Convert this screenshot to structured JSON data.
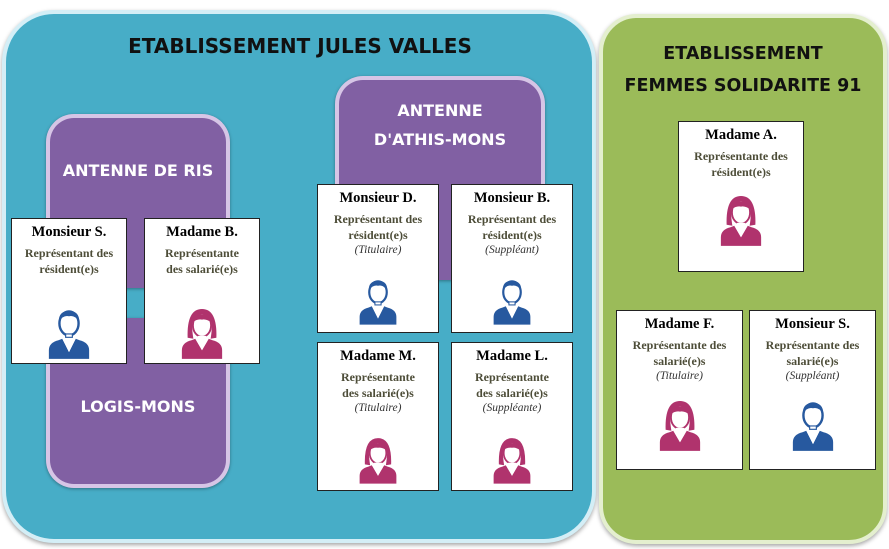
{
  "colors": {
    "blue_panel": "#47adc7",
    "green_panel": "#9bbb59",
    "purple_box": "#8160a3",
    "male_icon": "#27599f",
    "female_icon": "#b0336d"
  },
  "establishments": [
    {
      "title": "ETABLISSEMENT JULES VALLES",
      "antennas": [
        {
          "label": "ANTENNE DE RIS"
        },
        {
          "label": "LOGIS-MONS"
        },
        {
          "label_line1": "ANTENNE",
          "label_line2": "D'ATHIS-MONS"
        }
      ]
    },
    {
      "title_line1": "ETABLISSEMENT",
      "title_line2": "FEMMES SOLIDARITE 91"
    }
  ],
  "cards": [
    {
      "name": "Monsieur S.",
      "role_line1": "Représentant des",
      "role_line2": "résident(e)s",
      "status": "",
      "icon": "male-person-icon"
    },
    {
      "name": "Madame B.",
      "role_line1": "Représentante",
      "role_line2": "des salarié(e)s",
      "status": "",
      "icon": "female-person-icon"
    },
    {
      "name": "Monsieur D.",
      "role_line1": "Représentant des",
      "role_line2": "résident(e)s",
      "status": "(Titulaire)",
      "icon": "male-person-icon"
    },
    {
      "name": "Monsieur B.",
      "role_line1": "Représentant des",
      "role_line2": "résident(e)s",
      "status": "(Suppléant)",
      "icon": "male-person-icon"
    },
    {
      "name": "Madame M.",
      "role_line1": "Représentante",
      "role_line2": "des salarié(e)s",
      "status": "(Titulaire)",
      "icon": "female-person-icon"
    },
    {
      "name": "Madame L.",
      "role_line1": "Représentante",
      "role_line2": "des salarié(e)s",
      "status": "(Suppléante)",
      "icon": "female-person-icon"
    },
    {
      "name": "Madame A.",
      "role_line1": "Représentante des",
      "role_line2": "résident(e)s",
      "status": "",
      "icon": "female-person-icon"
    },
    {
      "name": "Madame F.",
      "role_line1": "Représentante des",
      "role_line2": "salarié(e)s",
      "status": "(Titulaire)",
      "icon": "female-person-icon"
    },
    {
      "name": "Monsieur S.",
      "role_line1": "Représentante des",
      "role_line2": "salarié(e)s",
      "status": "(Suppléant)",
      "icon": "male-person-icon"
    }
  ]
}
